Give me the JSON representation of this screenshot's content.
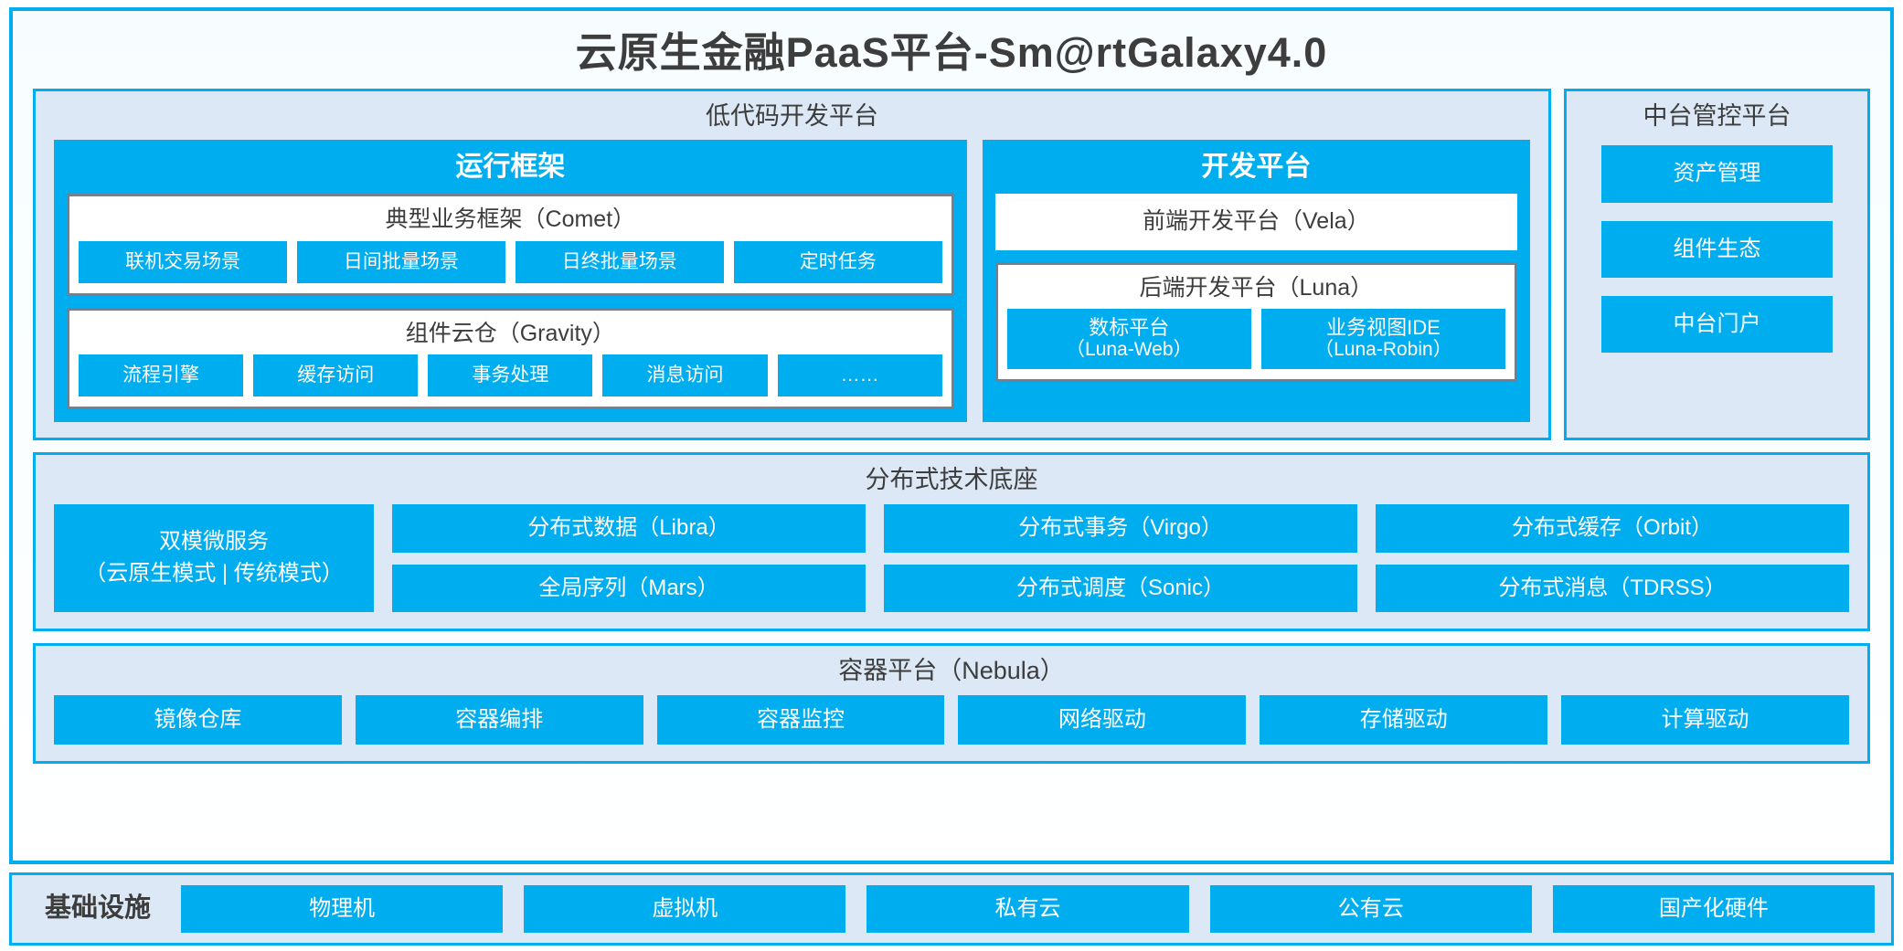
{
  "platform": {
    "title": "云原生金融PaaS平台-Sm@rtGalaxy4.0"
  },
  "colors": {
    "accent_blue": "#00ADEF",
    "panel_bg": "#dce8f5",
    "card_border_gray": "#74808f",
    "text_dark": "#3d3d3d",
    "white": "#ffffff"
  },
  "lowcode": {
    "title": "低代码开发平台",
    "runtime": {
      "title": "运行框架",
      "comet": {
        "title": "典型业务框架（Comet）",
        "items": [
          "联机交易场景",
          "日间批量场景",
          "日终批量场景",
          "定时任务"
        ]
      },
      "gravity": {
        "title": "组件云仓（Gravity）",
        "items": [
          "流程引擎",
          "缓存访问",
          "事务处理",
          "消息访问",
          "……"
        ]
      }
    },
    "devplatform": {
      "title": "开发平台",
      "frontend": "前端开发平台（Vela）",
      "backend": {
        "title": "后端开发平台（Luna）",
        "items": [
          {
            "name": "数标平台",
            "sub": "（Luna-Web）"
          },
          {
            "name": "业务视图IDE",
            "sub": "（Luna-Robin）"
          }
        ]
      }
    }
  },
  "midoffice": {
    "title": "中台管控平台",
    "items": [
      "资产管理",
      "组件生态",
      "中台门户"
    ]
  },
  "techbase": {
    "title": "分布式技术底座",
    "microservice": {
      "line1": "双模微服务",
      "line2": "（云原生模式 | 传统模式）"
    },
    "columns": [
      [
        "分布式数据（Libra）",
        "全局序列（Mars）"
      ],
      [
        "分布式事务（Virgo）",
        "分布式调度（Sonic）"
      ],
      [
        "分布式缓存（Orbit）",
        "分布式消息（TDRSS）"
      ]
    ]
  },
  "container_platform": {
    "title": "容器平台（Nebula）",
    "items": [
      "镜像仓库",
      "容器编排",
      "容器监控",
      "网络驱动",
      "存储驱动",
      "计算驱动"
    ]
  },
  "infrastructure": {
    "label": "基础设施",
    "items": [
      "物理机",
      "虚拟机",
      "私有云",
      "公有云",
      "国产化硬件"
    ]
  }
}
